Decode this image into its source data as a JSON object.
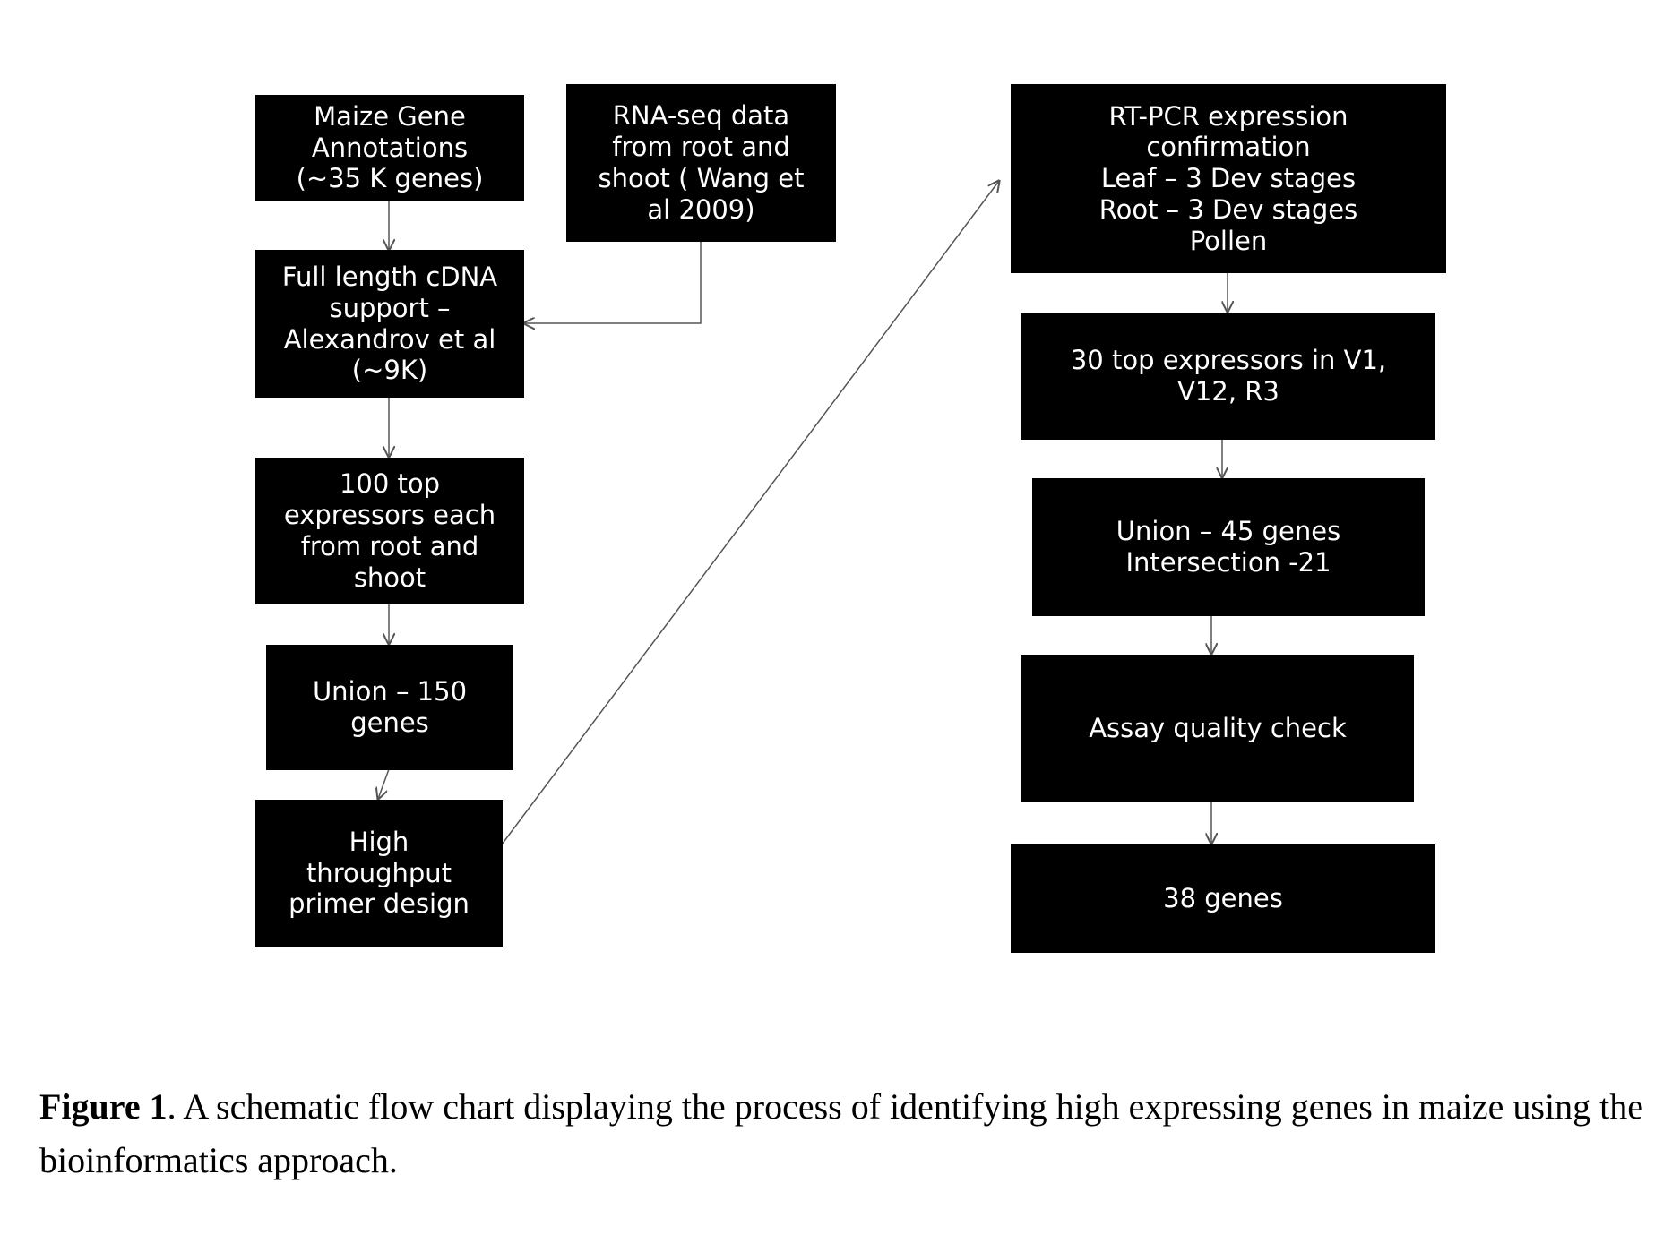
{
  "boxes": {
    "maize_gene_annotations": [
      "Maize Gene",
      "Annotations",
      "(~35 K genes)"
    ],
    "rna_seq": [
      "RNA-seq data",
      "from root and",
      "shoot ( Wang et",
      "al 2009)"
    ],
    "full_length_cdna": [
      "Full length cDNA",
      "support –",
      "Alexandrov et al",
      "(~9K)"
    ],
    "top_expressors_100": [
      "100 top",
      "expressors each",
      "from root and",
      "shoot"
    ],
    "union_150": [
      "Union – 150",
      "genes"
    ],
    "primer_design": [
      "High",
      "throughput",
      "primer design"
    ],
    "rt_pcr": [
      "RT-PCR expression",
      "confirmation",
      "Leaf – 3 Dev stages",
      "Root – 3 Dev stages",
      "Pollen"
    ],
    "top_expressors_30": [
      "30 top expressors in V1,",
      "V12, R3"
    ],
    "union_45": [
      "Union – 45 genes",
      "Intersection -21"
    ],
    "assay_quality": [
      "Assay quality check"
    ],
    "genes_38": [
      "38 genes"
    ]
  },
  "caption": {
    "label": "Figure 1",
    "text": ". A schematic flow chart displaying the process of identifying high expressing genes in maize using the bioinformatics approach."
  },
  "colors": {
    "box_fill": "#000000",
    "box_text": "#ffffff",
    "arrow": "#555555",
    "background": "#ffffff"
  }
}
